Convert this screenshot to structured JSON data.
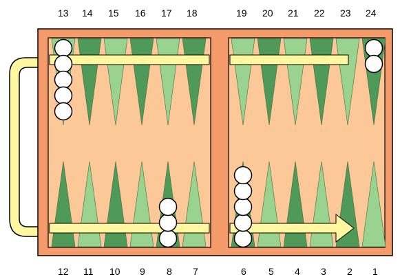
{
  "top_numbers": [
    "13",
    "14",
    "15",
    "16",
    "17",
    "18",
    "19",
    "20",
    "21",
    "22",
    "23",
    "24"
  ],
  "bottom_numbers": [
    "12",
    "11",
    "10",
    "9",
    "8",
    "7",
    "6",
    "5",
    "4",
    "3",
    "2",
    "1"
  ],
  "colors": {
    "frame": "#f49a6b",
    "board_bg": "#fcc898",
    "point_dark": "#4f9a59",
    "point_light": "#9ad38f",
    "arrow": "#fff8a0",
    "arrow_stroke": "#000000",
    "checker": "#ffffff"
  },
  "checkers": {
    "top": [
      {
        "point": 13,
        "count": 5
      },
      {
        "point": 24,
        "count": 2
      }
    ],
    "bottom": [
      {
        "point": 8,
        "count": 3
      },
      {
        "point": 6,
        "count": 5
      }
    ]
  },
  "arrow_direction": "right"
}
